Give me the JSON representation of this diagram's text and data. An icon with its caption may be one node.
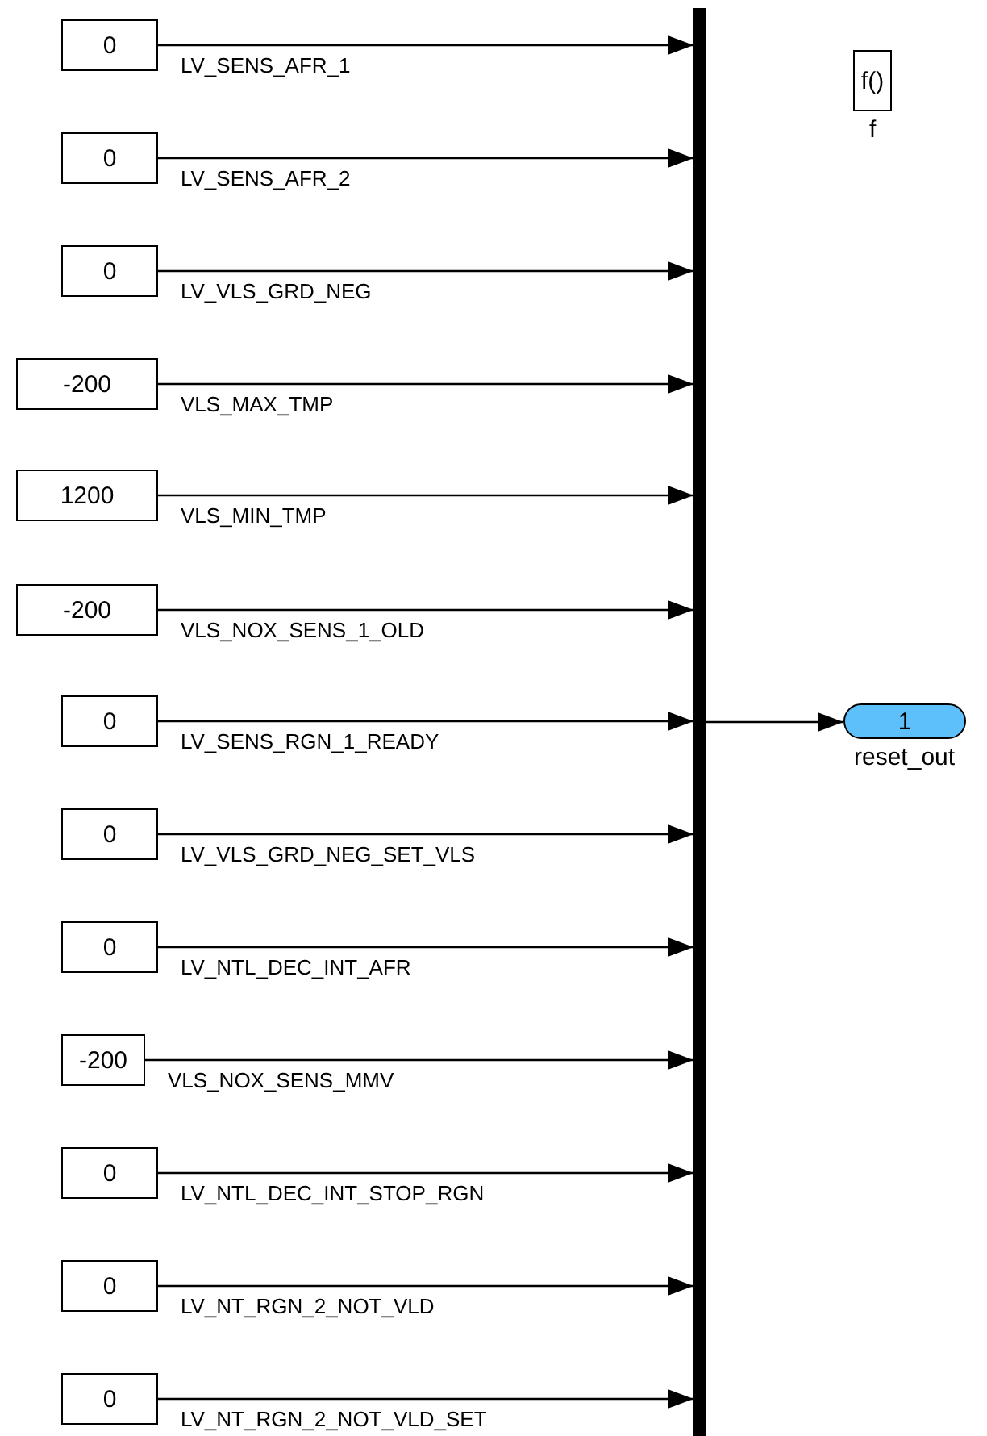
{
  "diagram": {
    "nodes": [
      {
        "text": [
          "0"
        ]
      },
      {
        "text": [
          "0"
        ]
      },
      {
        "text": [
          "0"
        ]
      },
      {
        "text": [
          "-200"
        ]
      },
      {
        "text": [
          "1200"
        ]
      },
      {
        "text": [
          "-200"
        ]
      },
      {
        "text": [
          "0"
        ]
      },
      {
        "text": [
          "0"
        ]
      },
      {
        "text": [
          "0"
        ]
      },
      {
        "text": [
          "-200"
        ]
      },
      {
        "text": [
          "0"
        ]
      },
      {
        "text": [
          "0"
        ]
      },
      {
        "text": [
          "0"
        ]
      },
      {
        "text": [],
        "shape": "bar"
      },
      {
        "text": [
          "1"
        ],
        "beside": [
          "reset_out"
        ]
      },
      {
        "text": [
          "f()"
        ],
        "beside": [
          "f"
        ]
      }
    ],
    "edges": [
      {
        "from": 0,
        "to": 13,
        "arrow": "to",
        "label": "LV_SENS_AFR_1"
      },
      {
        "from": 1,
        "to": 13,
        "arrow": "to",
        "label": "LV_SENS_AFR_2"
      },
      {
        "from": 2,
        "to": 13,
        "arrow": "to",
        "label": "LV_VLS_GRD_NEG"
      },
      {
        "from": 3,
        "to": 13,
        "arrow": "to",
        "label": "VLS_MAX_TMP"
      },
      {
        "from": 4,
        "to": 13,
        "arrow": "to",
        "label": "VLS_MIN_TMP"
      },
      {
        "from": 5,
        "to": 13,
        "arrow": "to",
        "label": "VLS_NOX_SENS_1_OLD"
      },
      {
        "from": 6,
        "to": 13,
        "arrow": "to",
        "label": "LV_SENS_RGN_1_READY"
      },
      {
        "from": 7,
        "to": 13,
        "arrow": "to",
        "label": "LV_VLS_GRD_NEG_SET_VLS"
      },
      {
        "from": 8,
        "to": 13,
        "arrow": "to",
        "label": "LV_NTL_DEC_INT_AFR"
      },
      {
        "from": 9,
        "to": 13,
        "arrow": "to",
        "label": "VLS_NOX_SENS_MMV"
      },
      {
        "from": 10,
        "to": 13,
        "arrow": "to",
        "label": "LV_NTL_DEC_INT_STOP_RGN"
      },
      {
        "from": 11,
        "to": 13,
        "arrow": "to",
        "label": "LV_NT_RGN_2_NOT_VLD"
      },
      {
        "from": 12,
        "to": 13,
        "arrow": "to",
        "label": "LV_NT_RGN_2_NOT_VLD_SET"
      },
      {
        "from": 13,
        "to": 14,
        "arrow": "to"
      }
    ]
  }
}
